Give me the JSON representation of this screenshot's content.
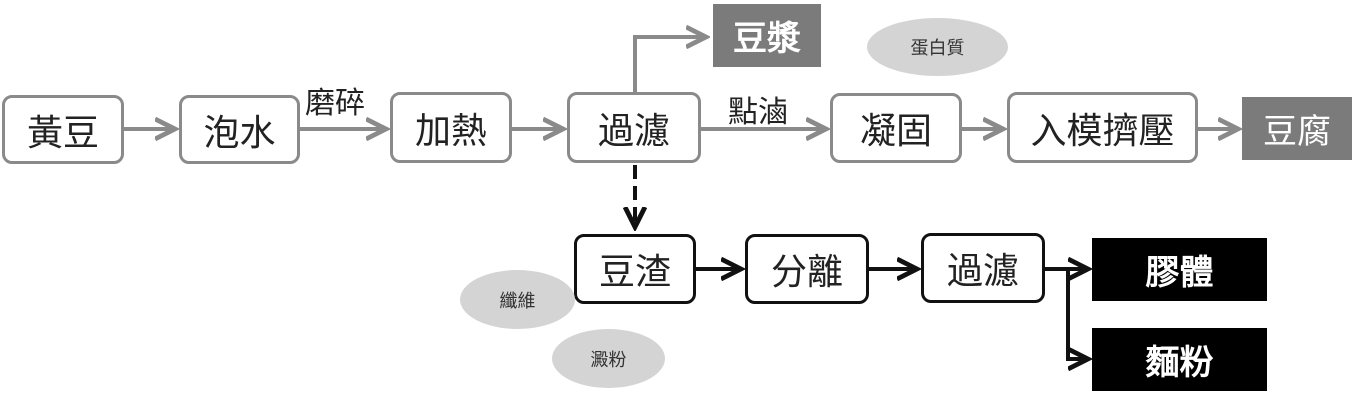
{
  "nodes": {
    "soybean": "黃豆",
    "soak": "泡水",
    "heat": "加熱",
    "filter1": "過濾",
    "coagulate": "凝固",
    "mold_press": "入模擠壓",
    "okara": "豆渣",
    "separate": "分離",
    "filter2": "過濾"
  },
  "outputs": {
    "soymilk": "豆漿",
    "tofu": "豆腐",
    "gel": "膠體",
    "flour": "麵粉"
  },
  "edge_labels": {
    "grind": "磨碎",
    "coagulant": "點滷"
  },
  "components": {
    "protein": "蛋白質",
    "fiber": "纖維",
    "starch": "澱粉"
  },
  "colors": {
    "gray_stroke": "#8a8a8a",
    "black_stroke": "#111111",
    "gray_fill": "#7b7b7b",
    "black_fill": "#000000",
    "ellipse_fill": "#d4d4d4"
  }
}
